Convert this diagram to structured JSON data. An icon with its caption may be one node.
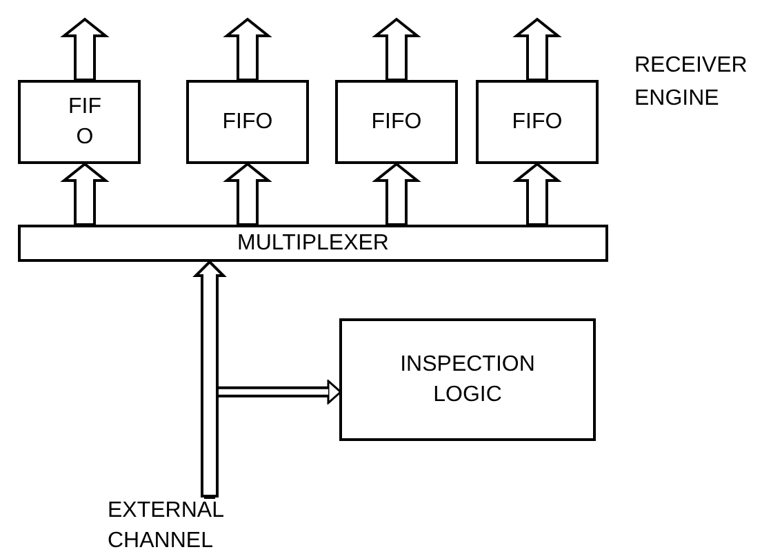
{
  "diagram": {
    "nodes": [
      {
        "text": [
          "FIF O"
        ]
      },
      {
        "text": [
          "FIFO"
        ]
      },
      {
        "text": [
          "FIFO"
        ]
      },
      {
        "text": [
          "FIFO"
        ]
      },
      {
        "text": [
          "MULTIPLEXER"
        ]
      },
      {
        "text": [
          "INSPECTION LOGIC"
        ]
      },
      {
        "text": [
          "EXTERNAL CHANNEL"
        ]
      }
    ],
    "edges": [
      {
        "from": 0,
        "to": null,
        "arrow": "to"
      },
      {
        "from": 1,
        "to": null,
        "arrow": "to"
      },
      {
        "from": 2,
        "to": null,
        "arrow": "to"
      },
      {
        "from": 3,
        "to": null,
        "arrow": "to"
      },
      {
        "from": 4,
        "to": 0,
        "arrow": "to"
      },
      {
        "from": 4,
        "to": 1,
        "arrow": "to"
      },
      {
        "from": 4,
        "to": 2,
        "arrow": "to"
      },
      {
        "from": 4,
        "to": 3,
        "arrow": "to"
      },
      {
        "from": 6,
        "to": 4,
        "arrow": "to"
      },
      {
        "from": 6,
        "to": 5,
        "arrow": "to"
      }
    ],
    "labels": [
      "RECEIVER ENGINE"
    ]
  }
}
